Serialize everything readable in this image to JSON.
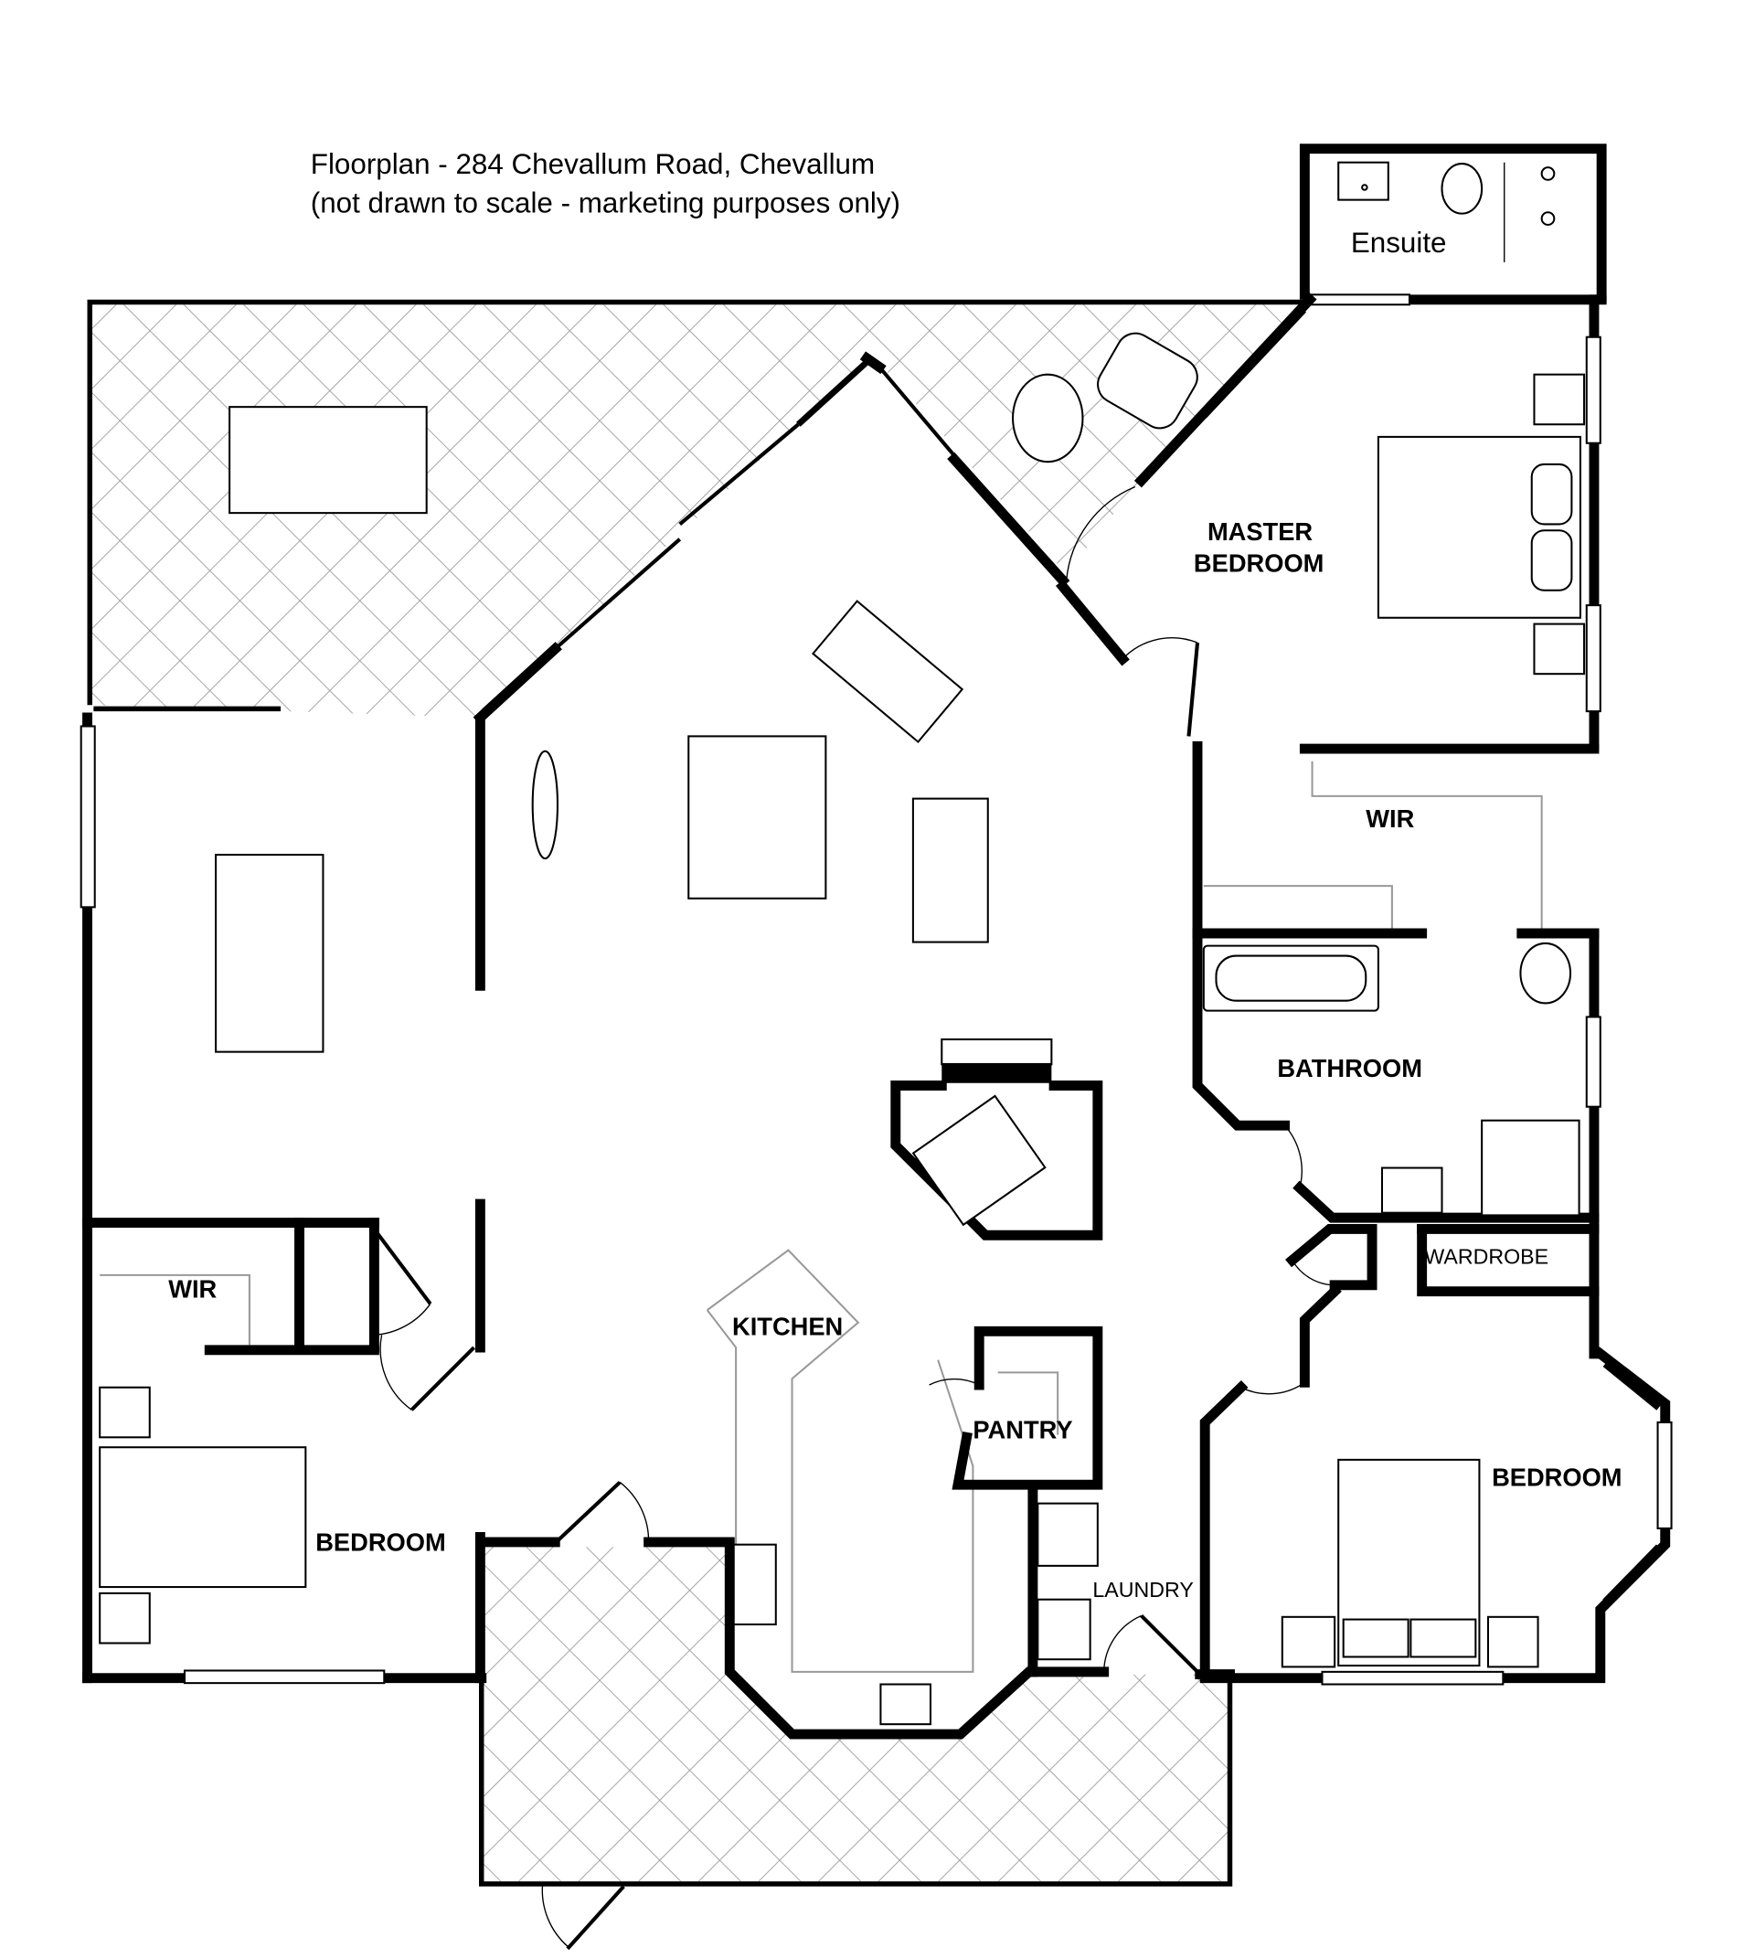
{
  "title": {
    "line1": "Floorplan - 284 Chevallum Road, Chevallum",
    "line2": "(not drawn to scale - marketing purposes only)"
  },
  "rooms": {
    "ensuite": "Ensuite",
    "master_bedroom_1": "MASTER",
    "master_bedroom_2": "BEDROOM",
    "wir_master": "WIR",
    "bathroom": "BATHROOM",
    "wardrobe": "WARDROBE",
    "bedroom_east": "BEDROOM",
    "laundry": "LAUNDRY",
    "pantry": "PANTRY",
    "kitchen": "KITCHEN",
    "wir_west": "WIR",
    "bedroom_west": "BEDROOM"
  },
  "colors": {
    "wall": "#000000",
    "hatch": "#9a9a9a",
    "fixture_line": "#999999"
  }
}
